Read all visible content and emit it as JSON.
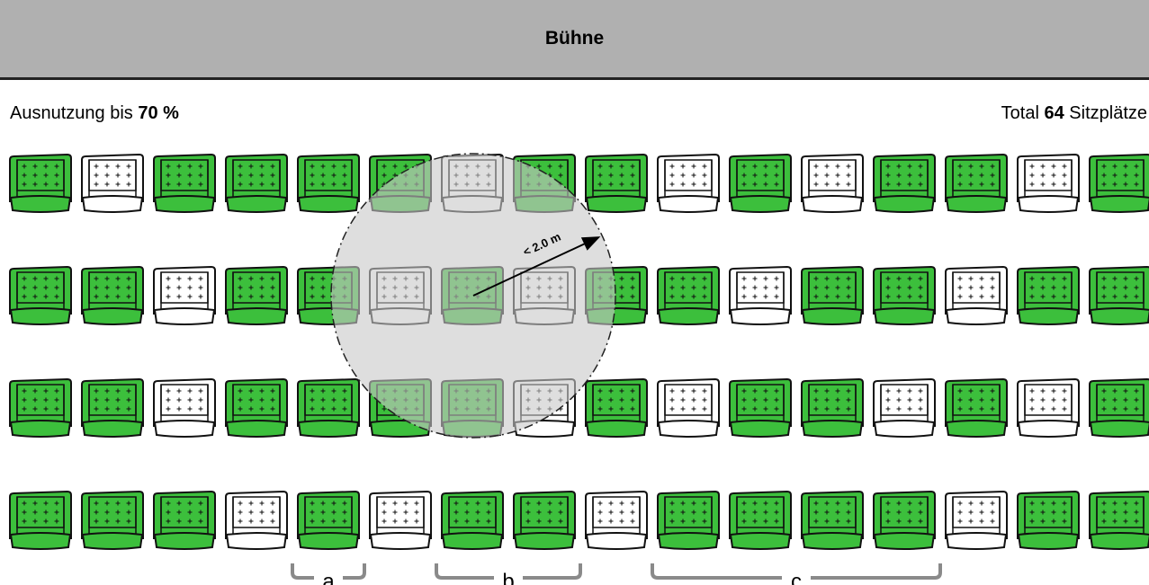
{
  "stage_label": "Bühne",
  "utilization": {
    "prefix": "Ausnutzung bis ",
    "value": "70 %"
  },
  "total": {
    "prefix": "Total ",
    "value": "64",
    "suffix": " Sitzplätze"
  },
  "colors": {
    "occupied": "#3cbf3c",
    "occupied_dark": "#2a8f2a",
    "free": "#ffffff",
    "outline": "#111111",
    "stage": "#b0b0b0",
    "distance_circle": "rgba(200,200,200,0.6)",
    "bracket": "#8a8a8a"
  },
  "seat_rows": [
    [
      1,
      0,
      1,
      1,
      1,
      1,
      0,
      1,
      1,
      0,
      1,
      0,
      1,
      1,
      0,
      1
    ],
    [
      1,
      1,
      0,
      1,
      1,
      0,
      1,
      0,
      1,
      1,
      0,
      1,
      1,
      0,
      1,
      1
    ],
    [
      1,
      1,
      0,
      1,
      1,
      1,
      1,
      0,
      1,
      0,
      1,
      1,
      0,
      1,
      0,
      1
    ],
    [
      1,
      1,
      1,
      0,
      1,
      0,
      1,
      1,
      0,
      1,
      1,
      1,
      1,
      0,
      1,
      1
    ]
  ],
  "distance": {
    "label": "< 2.0 m"
  },
  "groups": [
    {
      "label": "a",
      "seats": [
        4,
        4
      ]
    },
    {
      "label": "b",
      "seats": [
        6,
        7
      ]
    },
    {
      "label": "c",
      "seats": [
        9,
        12
      ]
    }
  ]
}
